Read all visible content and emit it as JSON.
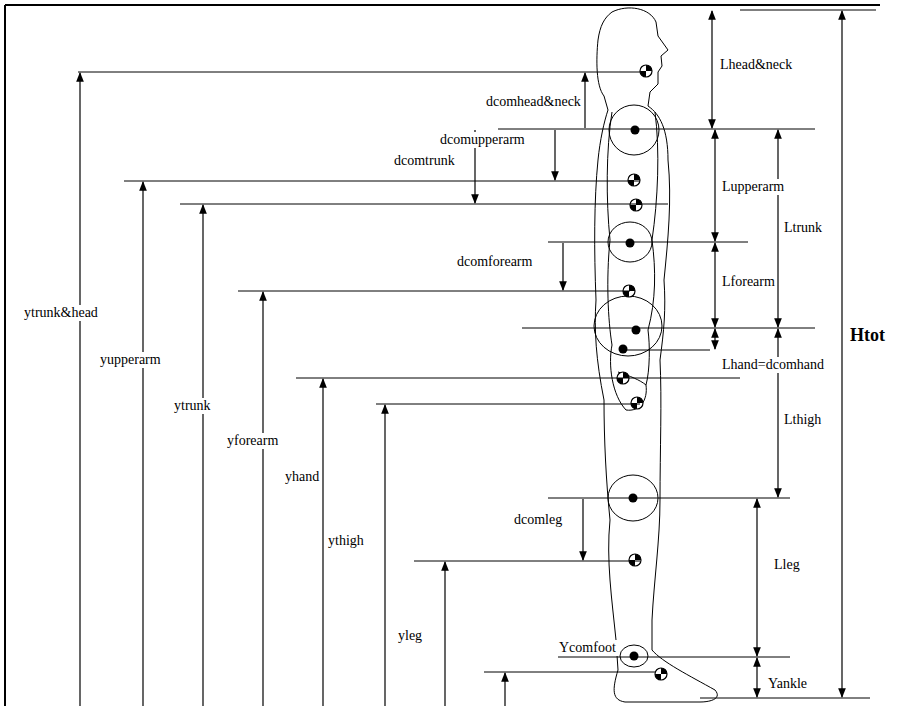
{
  "diagram": {
    "labels": [
      "Lhead&neck",
      "dcomhead&neck",
      "dcomupperarm",
      "dcomtrunk",
      "Lupperarm",
      "Ltrunk",
      "ytrunk&head",
      "dcomforearm",
      "Lforearm",
      "Htot",
      "Lhand=dcomhand",
      "yupperarm",
      "ytrunk",
      "Lthigh",
      "yforearm",
      "yhand",
      "ythigh",
      "dcomleg",
      "Lleg",
      "yleg",
      "Ycomfoot",
      "Yankle"
    ]
  }
}
